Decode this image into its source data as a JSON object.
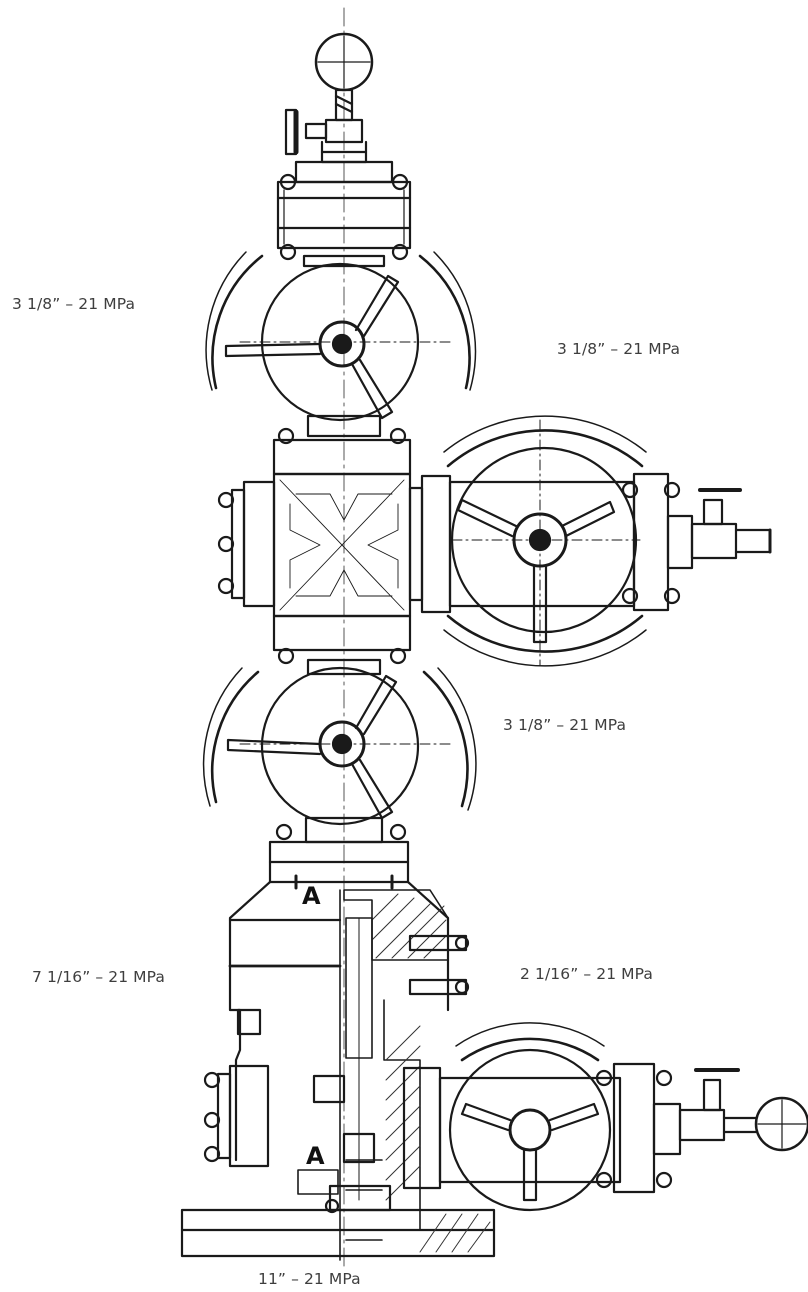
{
  "labels": {
    "top_valve": "3 1/8” – 21 MPa",
    "wing_valve": "3 1/8” – 21 MPa",
    "master_valve": "3 1/8” – 21 MPa",
    "tubing_head": "7 1/16” – 21 MPa",
    "casing_valve": "2 1/16” – 21 MPa",
    "casing_head": "11” – 21 MPa"
  },
  "section_marks": {
    "upper": "A",
    "lower": "A"
  },
  "colors": {
    "line": "#1a1a1a",
    "label_text": "#3e3e3e",
    "background": "#ffffff"
  }
}
